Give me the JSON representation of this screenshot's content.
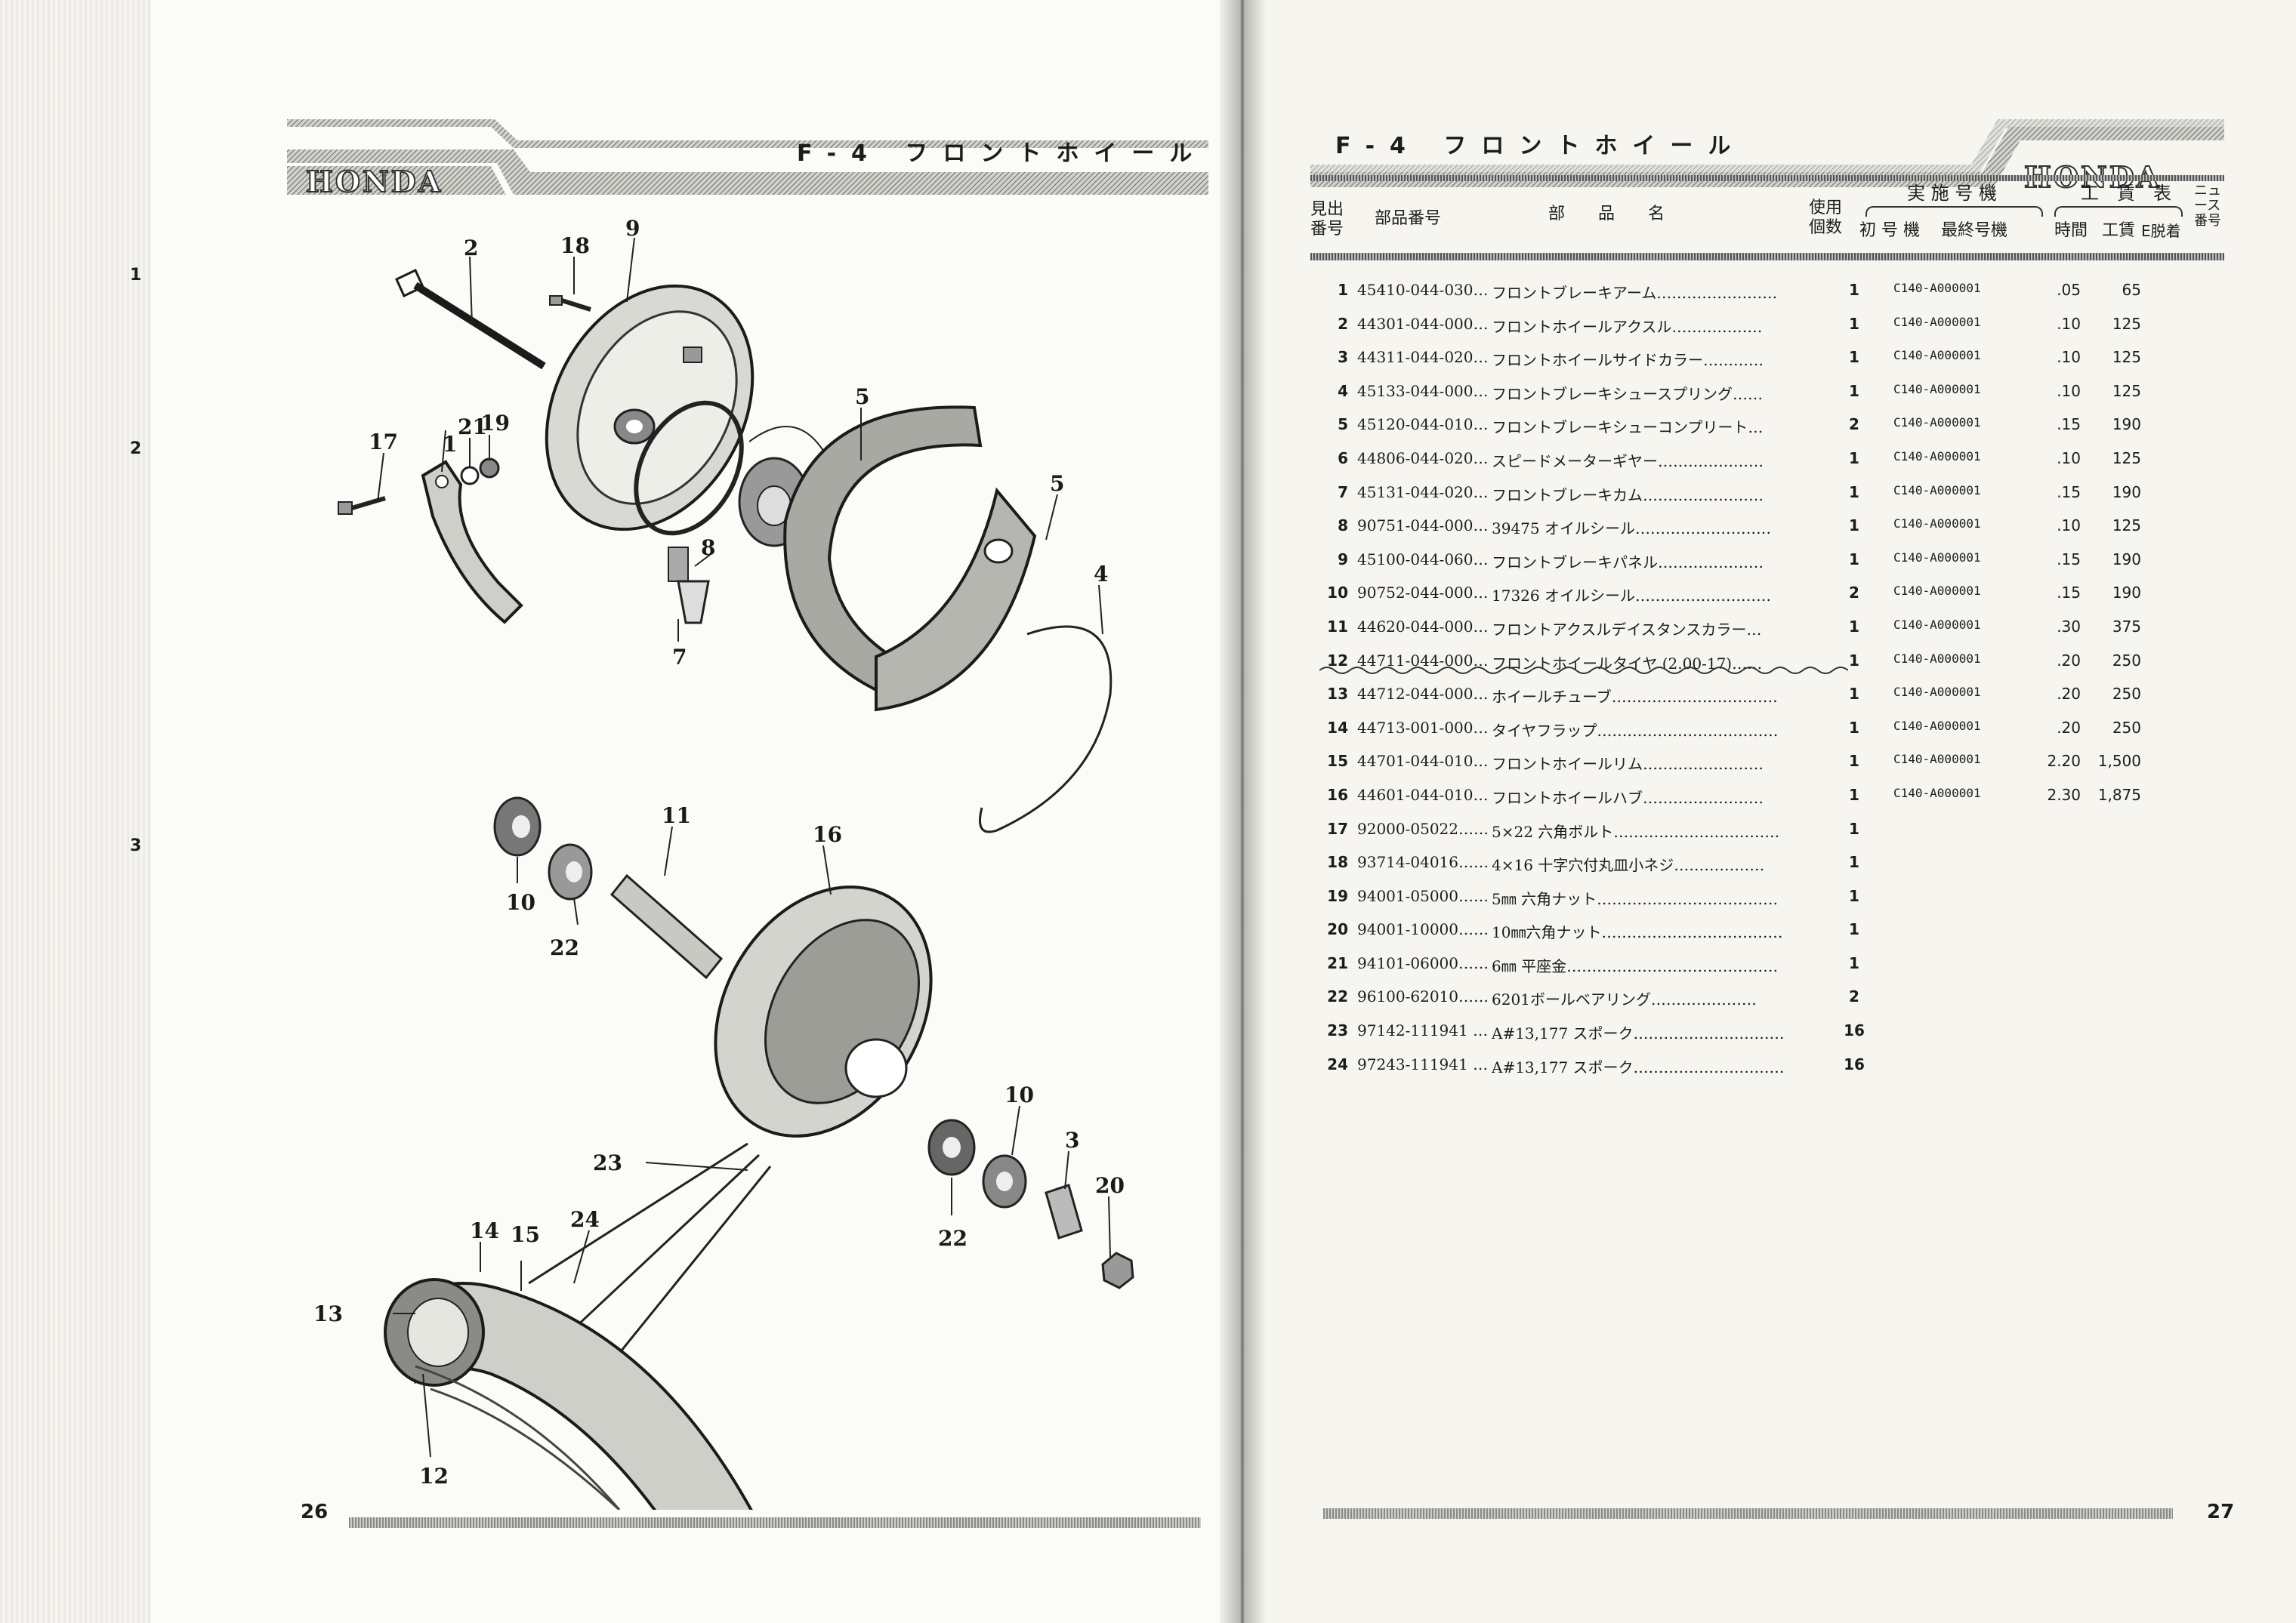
{
  "left_page": {
    "section_title": "F-4 フロントホイール",
    "brand": "HONDA",
    "page_number": "26",
    "margin_marks": [
      "1",
      "2",
      "3"
    ],
    "callouts": [
      "1",
      "2",
      "3",
      "4",
      "5",
      "5",
      "7",
      "8",
      "9",
      "10",
      "10",
      "11",
      "12",
      "13",
      "14",
      "15",
      "16",
      "17",
      "18",
      "19",
      "20",
      "21",
      "22",
      "22",
      "23",
      "24"
    ]
  },
  "right_page": {
    "section_title": "F-4 フロントホイール",
    "brand": "HONDA",
    "page_number": "27",
    "table_headers": {
      "ref_no": "見出\n番号",
      "part_no": "部品番号",
      "part_name": "部　　品　　名",
      "qty": "使用\n個数",
      "applied_serials": "実 施 号 機",
      "first_serial": "初 号 機",
      "last_serial": "最終号機",
      "labor_table": "工　賃　表",
      "hours": "時間",
      "wage": "工賃",
      "e_bracket": "E脱着",
      "news_no": "ニュ\nース\n番号"
    },
    "parts": [
      {
        "no": "1",
        "part_no": "45410-044-030…",
        "name": "フロントブレーキアーム……………………",
        "qty": "1",
        "first": "C140-A000001",
        "hours": ".05",
        "wage": "65"
      },
      {
        "no": "2",
        "part_no": "44301-044-000…",
        "name": "フロントホイールアクスル………………",
        "qty": "1",
        "first": "C140-A000001",
        "hours": ".10",
        "wage": "125"
      },
      {
        "no": "3",
        "part_no": "44311-044-020…",
        "name": "フロントホイールサイドカラー…………",
        "qty": "1",
        "first": "C140-A000001",
        "hours": ".10",
        "wage": "125"
      },
      {
        "no": "4",
        "part_no": "45133-044-000…",
        "name": "フロントブレーキシュースプリング……",
        "qty": "1",
        "first": "C140-A000001",
        "hours": ".10",
        "wage": "125"
      },
      {
        "no": "5",
        "part_no": "45120-044-010…",
        "name": "フロントブレーキシューコンプリート…",
        "qty": "2",
        "first": "C140-A000001",
        "hours": ".15",
        "wage": "190"
      },
      {
        "no": "6",
        "part_no": "44806-044-020…",
        "name": "スピードメーターギヤー…………………",
        "qty": "1",
        "first": "C140-A000001",
        "hours": ".10",
        "wage": "125"
      },
      {
        "no": "7",
        "part_no": "45131-044-020…",
        "name": "フロントブレーキカム……………………",
        "qty": "1",
        "first": "C140-A000001",
        "hours": ".15",
        "wage": "190"
      },
      {
        "no": "8",
        "part_no": "90751-044-000…",
        "name": "39475 オイルシール………………………",
        "qty": "1",
        "first": "C140-A000001",
        "hours": ".10",
        "wage": "125"
      },
      {
        "no": "9",
        "part_no": "45100-044-060…",
        "name": "フロントブレーキパネル…………………",
        "qty": "1",
        "first": "C140-A000001",
        "hours": ".15",
        "wage": "190"
      },
      {
        "no": "10",
        "part_no": "90752-044-000…",
        "name": "17326 オイルシール………………………",
        "qty": "2",
        "first": "C140-A000001",
        "hours": ".15",
        "wage": "190"
      },
      {
        "no": "11",
        "part_no": "44620-044-000…",
        "name": "フロントアクスルデイスタンスカラー…",
        "qty": "1",
        "first": "C140-A000001",
        "hours": ".30",
        "wage": "375"
      },
      {
        "no": "12",
        "part_no": "44711-044-000…",
        "name": "フロントホイールタイヤ (2.00-17)……",
        "qty": "1",
        "first": "C140-A000001",
        "hours": ".20",
        "wage": "250"
      },
      {
        "no": "13",
        "part_no": "44712-044-000…",
        "name": "ホイールチューブ……………………………",
        "qty": "1",
        "first": "C140-A000001",
        "hours": ".20",
        "wage": "250"
      },
      {
        "no": "14",
        "part_no": "44713-001-000…",
        "name": "タイヤフラップ………………………………",
        "qty": "1",
        "first": "C140-A000001",
        "hours": ".20",
        "wage": "250"
      },
      {
        "no": "15",
        "part_no": "44701-044-010…",
        "name": "フロントホイールリム……………………",
        "qty": "1",
        "first": "C140-A000001",
        "hours": "2.20",
        "wage": "1,500"
      },
      {
        "no": "16",
        "part_no": "44601-044-010…",
        "name": "フロントホイールハブ……………………",
        "qty": "1",
        "first": "C140-A000001",
        "hours": "2.30",
        "wage": "1,875"
      },
      {
        "no": "17",
        "part_no": "92000-05022……",
        "name": "5×22 六角ボルト……………………………",
        "qty": "1",
        "first": "",
        "hours": "",
        "wage": ""
      },
      {
        "no": "18",
        "part_no": "93714-04016……",
        "name": "4×16 十字穴付丸皿小ネジ………………",
        "qty": "1",
        "first": "",
        "hours": "",
        "wage": ""
      },
      {
        "no": "19",
        "part_no": "94001-05000……",
        "name": "5㎜ 六角ナット………………………………",
        "qty": "1",
        "first": "",
        "hours": "",
        "wage": ""
      },
      {
        "no": "20",
        "part_no": "94001-10000……",
        "name": "10㎜六角ナット………………………………",
        "qty": "1",
        "first": "",
        "hours": "",
        "wage": ""
      },
      {
        "no": "21",
        "part_no": "94101-06000……",
        "name": "6㎜ 平座金……………………………………",
        "qty": "1",
        "first": "",
        "hours": "",
        "wage": ""
      },
      {
        "no": "22",
        "part_no": "96100-62010……",
        "name": "6201ボールベアリング…………………",
        "qty": "2",
        "first": "",
        "hours": "",
        "wage": ""
      },
      {
        "no": "23",
        "part_no": "97142-111941 …",
        "name": "A#13,177 スポーク…………………………",
        "qty": "16",
        "first": "",
        "hours": "",
        "wage": ""
      },
      {
        "no": "24",
        "part_no": "97243-111941 …",
        "name": "A#13,177 スポーク…………………………",
        "qty": "16",
        "first": "",
        "hours": "",
        "wage": ""
      }
    ]
  }
}
